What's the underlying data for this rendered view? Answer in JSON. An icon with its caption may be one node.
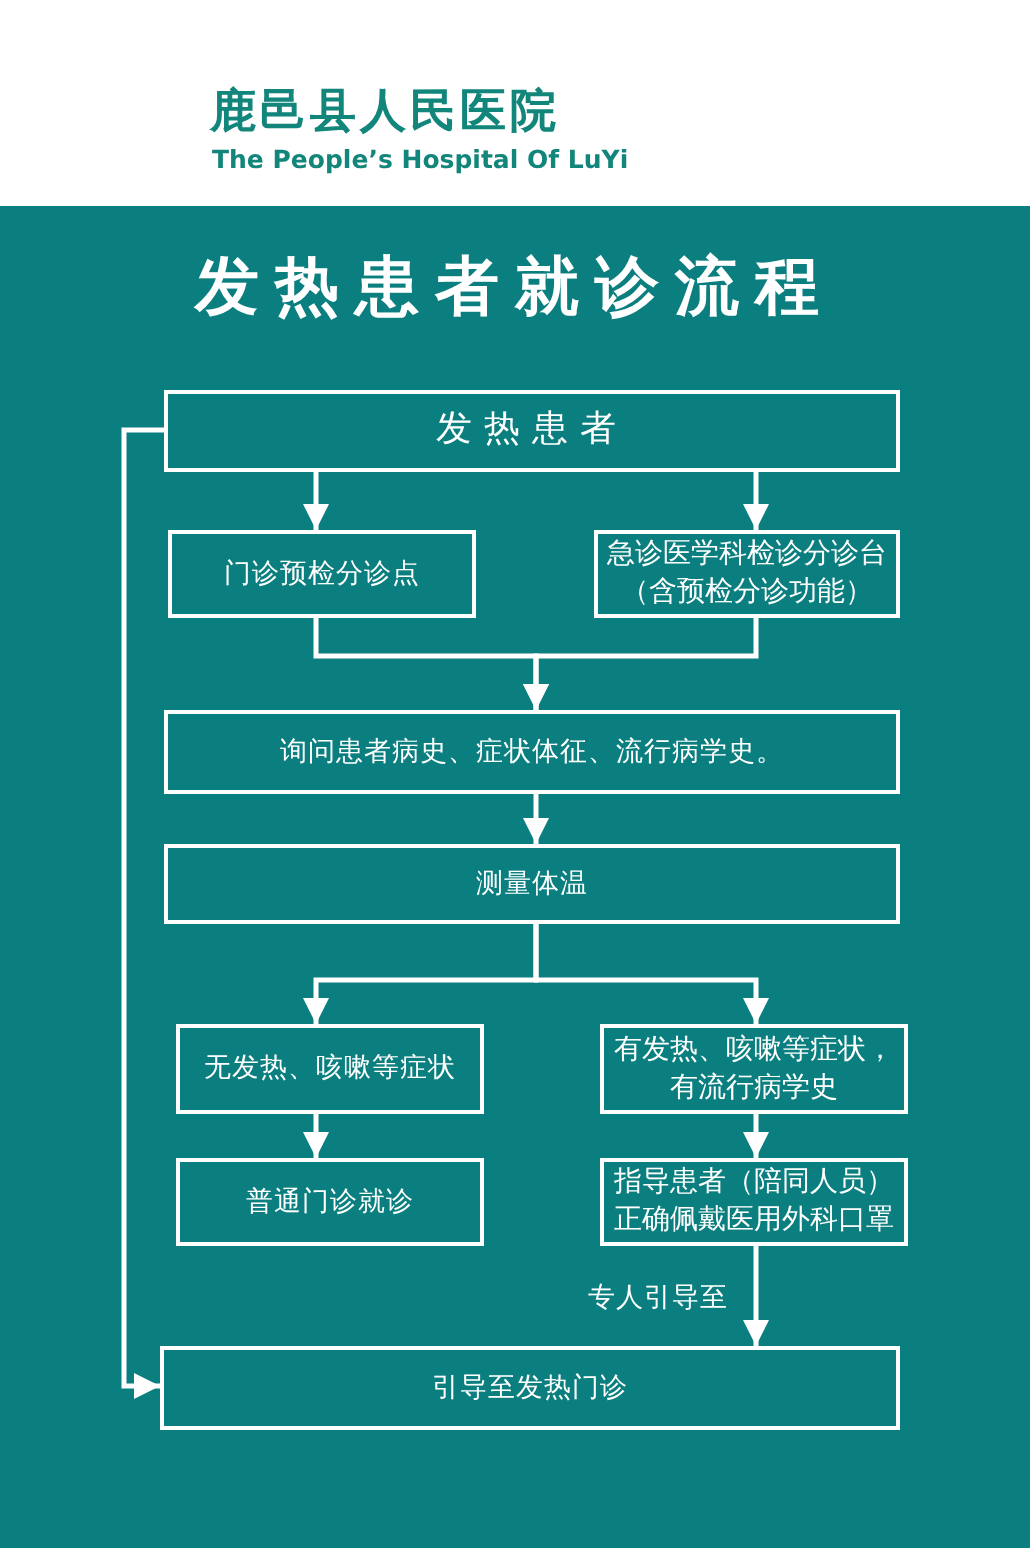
{
  "diagram": {
    "title": "发热患者就诊流程",
    "nodes": [
      {
        "text": [
          "发热患者"
        ]
      },
      {
        "text": [
          "门诊预检分诊点"
        ]
      },
      {
        "text": [
          "急诊医学科检诊分诊台（含预检分诊功能）"
        ]
      },
      {
        "text": [
          "询问患者病史、症状体征、流行病学史。"
        ]
      },
      {
        "text": [
          "测量体温"
        ]
      },
      {
        "text": [
          "无发热、咳嗽等症状"
        ]
      },
      {
        "text": [
          "有发热、咳嗽等症状，有流行病学史"
        ]
      },
      {
        "text": [
          "普通门诊就诊"
        ]
      },
      {
        "text": [
          "指导患者（陪同人员）正确佩戴医用外科口罩"
        ]
      },
      {
        "text": [
          "引导至发热门诊"
        ]
      }
    ],
    "edges": [
      {
        "from": 0,
        "to": 1,
        "arrow": "to"
      },
      {
        "from": 0,
        "to": 2,
        "arrow": "to"
      },
      {
        "from": 1,
        "to": 3,
        "arrow": "to"
      },
      {
        "from": 2,
        "to": 3,
        "arrow": "to"
      },
      {
        "from": 3,
        "to": 4,
        "arrow": "to"
      },
      {
        "from": 4,
        "to": 5,
        "arrow": "to"
      },
      {
        "from": 4,
        "to": 6,
        "arrow": "to"
      },
      {
        "from": 5,
        "to": 7,
        "arrow": "to"
      },
      {
        "from": 6,
        "to": 8,
        "arrow": "to"
      },
      {
        "from": 8,
        "to": 9,
        "arrow": "to",
        "label": "专人引导至"
      },
      {
        "from": 0,
        "to": 9,
        "arrow": "to"
      }
    ],
    "labels": [
      "鹿邑县人民医院",
      "The People’s Hospital Of LuYi"
    ]
  }
}
